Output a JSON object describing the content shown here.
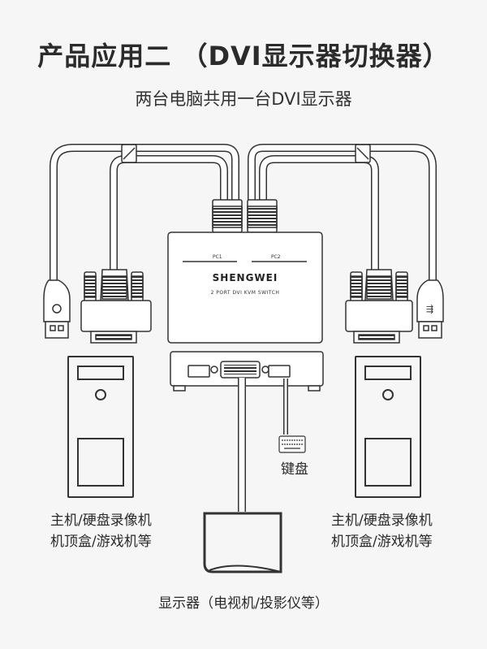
{
  "title": "产品应用二 （DVI显示器切换器）",
  "subtitle": "两台电脑共用一台DVI显示器",
  "switch": {
    "brand": "SHENGWEI",
    "model": "2 PORT DVI KVM SWITCH",
    "port1": "PC1",
    "port2": "PC2"
  },
  "labels": {
    "left_device_line1": "主机/硬盘录像机",
    "left_device_line2": "机顶盒/游戏机等",
    "right_device_line1": "主机/硬盘录像机",
    "right_device_line2": "机顶盒/游戏机等",
    "keyboard": "键盘",
    "monitor": "显示器（电视机/投影仪等）"
  },
  "colors": {
    "line": "#333333",
    "cable": "#ffffff",
    "panel": "#ffffff",
    "background": "#f6f6f6"
  },
  "icons": [
    "usb-icon",
    "keyboard-icon",
    "monitor-icon",
    "computer-tower-icon",
    "dvi-connector-icon"
  ]
}
